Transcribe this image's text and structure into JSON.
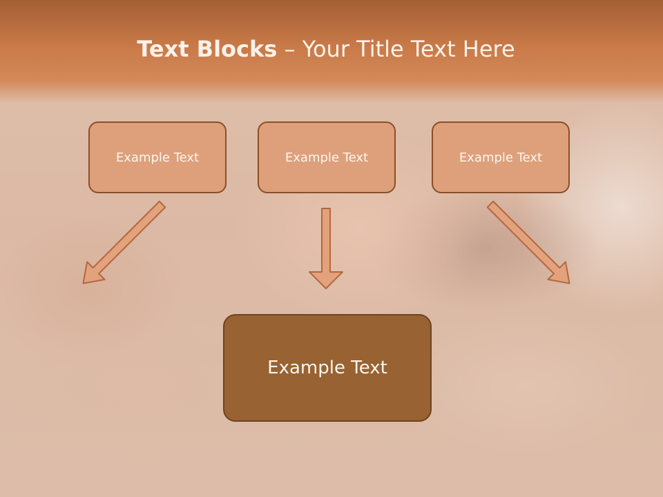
{
  "slide": {
    "title_bold": "Text Blocks",
    "title_dash": " – ",
    "title_rest": "Your Title Text Here"
  },
  "boxes": {
    "top_left": "Example Text",
    "top_center": "Example Text",
    "top_right": "Example Text",
    "bottom_center": "Example Text"
  },
  "colors": {
    "title_band": "#c97a48",
    "small_box_fill": "#dea07a",
    "big_box_fill": "#986232",
    "box_border": "#8a4e28",
    "arrow_fill": "#e3a27c",
    "arrow_stroke": "#b0683f"
  }
}
